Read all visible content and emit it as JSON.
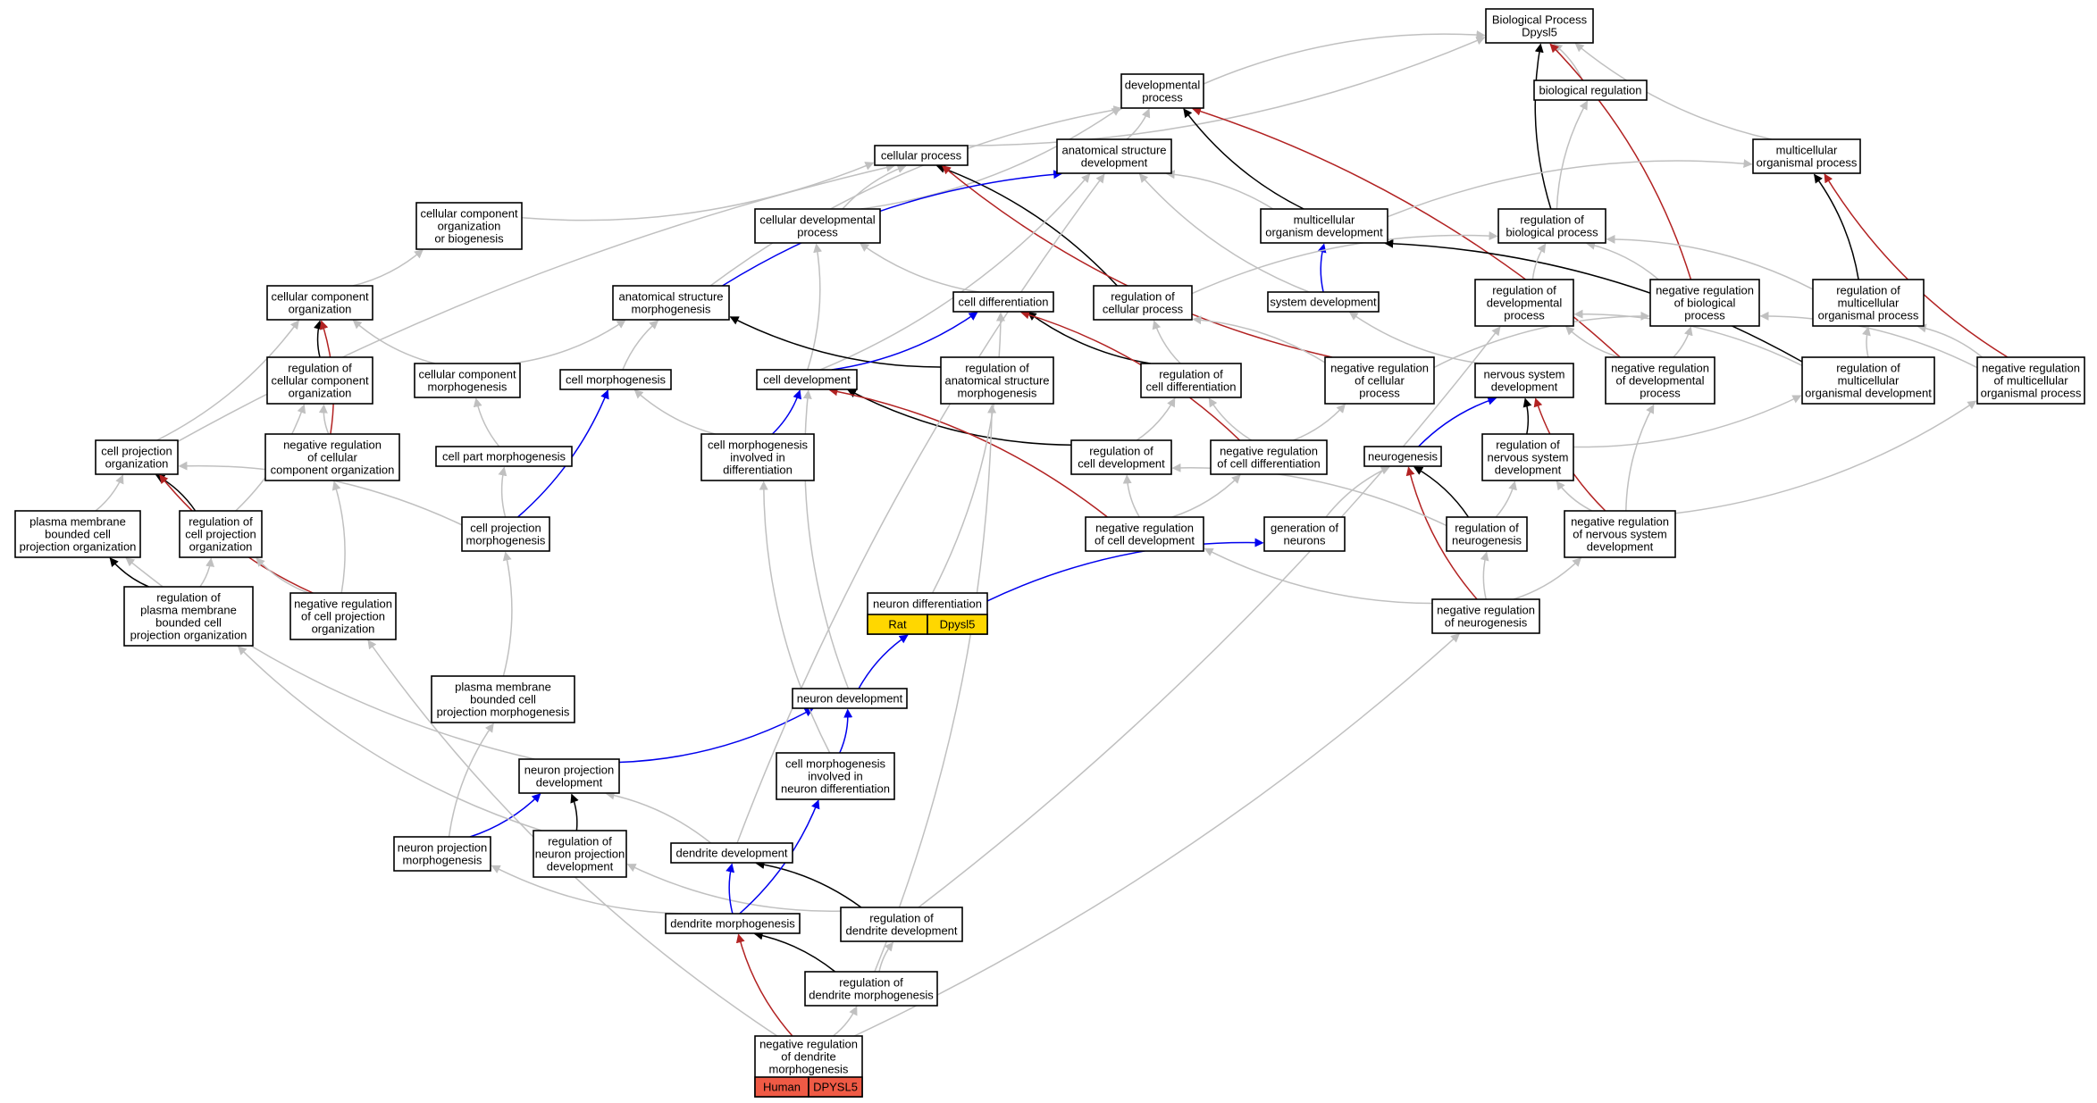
{
  "colors": {
    "is_a": "#c0c0c0",
    "part_of": "#0000ee",
    "regulates": "#000000",
    "negatively_regulates": "#b22222",
    "rat_tag": "#ffd700",
    "human_tag": "#ef5a45"
  },
  "nodes": [
    {
      "id": "bp",
      "lines": [
        "Biological Process",
        "Dpysl5"
      ]
    },
    {
      "id": "dev_proc",
      "lines": [
        "developmental",
        "process"
      ]
    },
    {
      "id": "bio_reg",
      "lines": [
        "biological regulation"
      ]
    },
    {
      "id": "cell_proc",
      "lines": [
        "cellular process"
      ]
    },
    {
      "id": "anat_dev",
      "lines": [
        "anatomical structure",
        "development"
      ]
    },
    {
      "id": "mc_proc",
      "lines": [
        "multicellular",
        "organismal process"
      ]
    },
    {
      "id": "cc_org_bio",
      "lines": [
        "cellular component",
        "organization",
        "or biogenesis"
      ]
    },
    {
      "id": "cell_dev_proc",
      "lines": [
        "cellular developmental",
        "process"
      ]
    },
    {
      "id": "mc_org_dev",
      "lines": [
        "multicellular",
        "organism development"
      ]
    },
    {
      "id": "reg_bio",
      "lines": [
        "regulation of",
        "biological process"
      ]
    },
    {
      "id": "cc_org",
      "lines": [
        "cellular component",
        "organization"
      ]
    },
    {
      "id": "anat_morph",
      "lines": [
        "anatomical structure",
        "morphogenesis"
      ]
    },
    {
      "id": "cell_diff",
      "lines": [
        "cell differentiation"
      ]
    },
    {
      "id": "reg_cell_proc",
      "lines": [
        "regulation of",
        "cellular process"
      ]
    },
    {
      "id": "sys_dev",
      "lines": [
        "system development"
      ]
    },
    {
      "id": "reg_dev_proc",
      "lines": [
        "regulation of",
        "developmental",
        "process"
      ]
    },
    {
      "id": "neg_reg_bio",
      "lines": [
        "negative regulation",
        "of biological",
        "process"
      ]
    },
    {
      "id": "reg_mc_proc",
      "lines": [
        "regulation of",
        "multicellular",
        "organismal process"
      ]
    },
    {
      "id": "reg_cc_org",
      "lines": [
        "regulation of",
        "cellular component",
        "organization"
      ]
    },
    {
      "id": "cc_morph",
      "lines": [
        "cellular component",
        "morphogenesis"
      ]
    },
    {
      "id": "cell_morph",
      "lines": [
        "cell morphogenesis"
      ]
    },
    {
      "id": "cell_devel",
      "lines": [
        "cell development"
      ]
    },
    {
      "id": "reg_anat_morph",
      "lines": [
        "regulation of",
        "anatomical structure",
        "morphogenesis"
      ]
    },
    {
      "id": "reg_cell_diff",
      "lines": [
        "regulation of",
        "cell differentiation"
      ]
    },
    {
      "id": "neg_reg_cell_proc",
      "lines": [
        "negative regulation",
        "of cellular",
        "process"
      ]
    },
    {
      "id": "ns_dev",
      "lines": [
        "nervous system",
        "development"
      ]
    },
    {
      "id": "neg_reg_dev_proc",
      "lines": [
        "negative regulation",
        "of developmental",
        "process"
      ]
    },
    {
      "id": "reg_mc_dev",
      "lines": [
        "regulation of",
        "multicellular",
        "organismal development"
      ]
    },
    {
      "id": "neg_reg_mc_proc",
      "lines": [
        "negative regulation",
        "of multicellular",
        "organismal process"
      ]
    },
    {
      "id": "cp_org",
      "lines": [
        "cell projection",
        "organization"
      ]
    },
    {
      "id": "neg_reg_cc_org",
      "lines": [
        "negative regulation",
        "of cellular",
        "component organization"
      ]
    },
    {
      "id": "cell_part_morph",
      "lines": [
        "cell part morphogenesis"
      ]
    },
    {
      "id": "cm_diff",
      "lines": [
        "cell morphogenesis",
        "involved in",
        "differentiation"
      ]
    },
    {
      "id": "reg_cell_devel",
      "lines": [
        "regulation of",
        "cell development"
      ]
    },
    {
      "id": "neg_reg_cell_diff",
      "lines": [
        "negative regulation",
        "of cell differentiation"
      ]
    },
    {
      "id": "neurogenesis",
      "lines": [
        "neurogenesis"
      ]
    },
    {
      "id": "reg_ns_dev",
      "lines": [
        "regulation of",
        "nervous system",
        "development"
      ]
    },
    {
      "id": "pm_cp_org",
      "lines": [
        "plasma membrane",
        "bounded cell",
        "projection organization"
      ]
    },
    {
      "id": "reg_cp_org",
      "lines": [
        "regulation of",
        "cell projection",
        "organization"
      ]
    },
    {
      "id": "cp_morph",
      "lines": [
        "cell projection",
        "morphogenesis"
      ]
    },
    {
      "id": "neg_reg_cell_devel",
      "lines": [
        "negative regulation",
        "of cell development"
      ]
    },
    {
      "id": "gen_neurons",
      "lines": [
        "generation of",
        "neurons"
      ]
    },
    {
      "id": "reg_neurogenesis",
      "lines": [
        "regulation of",
        "neurogenesis"
      ]
    },
    {
      "id": "neg_reg_ns_dev",
      "lines": [
        "negative regulation",
        "of nervous system",
        "development"
      ]
    },
    {
      "id": "reg_pm_cp_org",
      "lines": [
        "regulation of",
        "plasma membrane",
        "bounded cell",
        "projection organization"
      ]
    },
    {
      "id": "neg_reg_cp_org",
      "lines": [
        "negative regulation",
        "of cell projection",
        "organization"
      ]
    },
    {
      "id": "neuron_diff",
      "lines": [
        "neuron differentiation"
      ],
      "tags": [
        "Rat",
        "Dpysl5"
      ],
      "tag_color": "rat_tag"
    },
    {
      "id": "neg_reg_neurogenesis",
      "lines": [
        "negative regulation",
        "of neurogenesis"
      ]
    },
    {
      "id": "pm_cp_morph",
      "lines": [
        "plasma membrane",
        "bounded cell",
        "projection morphogenesis"
      ]
    },
    {
      "id": "neuron_devel",
      "lines": [
        "neuron development"
      ]
    },
    {
      "id": "np_dev",
      "lines": [
        "neuron projection",
        "development"
      ]
    },
    {
      "id": "cm_neuron_diff",
      "lines": [
        "cell morphogenesis",
        "involved in",
        "neuron differentiation"
      ]
    },
    {
      "id": "np_morph",
      "lines": [
        "neuron projection",
        "morphogenesis"
      ]
    },
    {
      "id": "reg_np_dev",
      "lines": [
        "regulation of",
        "neuron projection",
        "development"
      ]
    },
    {
      "id": "dendrite_dev",
      "lines": [
        "dendrite development"
      ]
    },
    {
      "id": "reg_dendrite_dev",
      "lines": [
        "regulation of",
        "dendrite development"
      ]
    },
    {
      "id": "dendrite_morph",
      "lines": [
        "dendrite morphogenesis"
      ]
    },
    {
      "id": "reg_dendrite_morph",
      "lines": [
        "regulation of",
        "dendrite morphogenesis"
      ]
    },
    {
      "id": "neg_reg_dendrite_morph",
      "lines": [
        "negative regulation",
        "of dendrite",
        "morphogenesis"
      ],
      "tags": [
        "Human",
        "DPYSL5"
      ],
      "tag_color": "human_tag"
    }
  ],
  "edges": [
    {
      "from": "dev_proc",
      "to": "bp",
      "type": "is_a"
    },
    {
      "from": "bio_reg",
      "to": "bp",
      "type": "is_a"
    },
    {
      "from": "reg_bio",
      "to": "bp",
      "type": "regulates"
    },
    {
      "from": "neg_reg_bio",
      "to": "bp",
      "type": "negatively_regulates"
    },
    {
      "from": "mc_proc",
      "to": "bp",
      "type": "is_a"
    },
    {
      "from": "cell_proc",
      "to": "bp",
      "type": "is_a"
    },
    {
      "from": "reg_bio",
      "to": "bio_reg",
      "type": "is_a"
    },
    {
      "from": "anat_dev",
      "to": "dev_proc",
      "type": "is_a"
    },
    {
      "from": "mc_org_dev",
      "to": "dev_proc",
      "type": "regulates"
    },
    {
      "from": "cell_dev_proc",
      "to": "dev_proc",
      "type": "is_a"
    },
    {
      "from": "anat_morph",
      "to": "dev_proc",
      "type": "is_a"
    },
    {
      "from": "neg_reg_dev_proc",
      "to": "dev_proc",
      "type": "negatively_regulates"
    },
    {
      "from": "cell_dev_proc",
      "to": "cell_proc",
      "type": "is_a"
    },
    {
      "from": "reg_cell_proc",
      "to": "cell_proc",
      "type": "regulates"
    },
    {
      "from": "neg_reg_cell_proc",
      "to": "cell_proc",
      "type": "negatively_regulates"
    },
    {
      "from": "cc_org_bio",
      "to": "cell_proc",
      "type": "is_a"
    },
    {
      "from": "anat_morph",
      "to": "anat_dev",
      "type": "part_of"
    },
    {
      "from": "mc_org_dev",
      "to": "anat_dev",
      "type": "is_a"
    },
    {
      "from": "sys_dev",
      "to": "anat_dev",
      "type": "is_a"
    },
    {
      "from": "cell_devel",
      "to": "anat_dev",
      "type": "is_a"
    },
    {
      "from": "mc_org_dev",
      "to": "mc_proc",
      "type": "is_a"
    },
    {
      "from": "reg_mc_proc",
      "to": "mc_proc",
      "type": "regulates"
    },
    {
      "from": "neg_reg_mc_proc",
      "to": "mc_proc",
      "type": "negatively_regulates"
    },
    {
      "from": "cc_org",
      "to": "cc_org_bio",
      "type": "is_a"
    },
    {
      "from": "cell_diff",
      "to": "cell_dev_proc",
      "type": "is_a"
    },
    {
      "from": "cell_devel",
      "to": "cell_dev_proc",
      "type": "is_a"
    },
    {
      "from": "sys_dev",
      "to": "mc_org_dev",
      "type": "part_of"
    },
    {
      "from": "reg_mc_dev",
      "to": "mc_org_dev",
      "type": "regulates"
    },
    {
      "from": "reg_dev_proc",
      "to": "reg_bio",
      "type": "is_a"
    },
    {
      "from": "neg_reg_bio",
      "to": "reg_bio",
      "type": "is_a"
    },
    {
      "from": "reg_cell_proc",
      "to": "reg_bio",
      "type": "is_a"
    },
    {
      "from": "reg_mc_proc",
      "to": "reg_bio",
      "type": "is_a"
    },
    {
      "from": "reg_cc_org",
      "to": "cc_org",
      "type": "regulates"
    },
    {
      "from": "neg_reg_cc_org",
      "to": "cc_org",
      "type": "negatively_regulates"
    },
    {
      "from": "cc_morph",
      "to": "cc_org",
      "type": "is_a"
    },
    {
      "from": "cp_org",
      "to": "cc_org",
      "type": "is_a"
    },
    {
      "from": "cell_morph",
      "to": "anat_morph",
      "type": "is_a"
    },
    {
      "from": "cc_morph",
      "to": "anat_morph",
      "type": "is_a"
    },
    {
      "from": "reg_anat_morph",
      "to": "anat_morph",
      "type": "regulates"
    },
    {
      "from": "cell_devel",
      "to": "cell_diff",
      "type": "part_of"
    },
    {
      "from": "reg_cell_diff",
      "to": "cell_diff",
      "type": "regulates"
    },
    {
      "from": "neg_reg_cell_diff",
      "to": "cell_diff",
      "type": "negatively_regulates"
    },
    {
      "from": "reg_cell_diff",
      "to": "reg_cell_proc",
      "type": "is_a"
    },
    {
      "from": "neg_reg_cell_proc",
      "to": "reg_cell_proc",
      "type": "is_a"
    },
    {
      "from": "ns_dev",
      "to": "sys_dev",
      "type": "is_a"
    },
    {
      "from": "reg_mc_dev",
      "to": "reg_dev_proc",
      "type": "is_a"
    },
    {
      "from": "neg_reg_dev_proc",
      "to": "reg_dev_proc",
      "type": "is_a"
    },
    {
      "from": "neg_reg_dev_proc",
      "to": "neg_reg_bio",
      "type": "is_a"
    },
    {
      "from": "neg_reg_cell_proc",
      "to": "neg_reg_bio",
      "type": "is_a"
    },
    {
      "from": "neg_reg_mc_proc",
      "to": "neg_reg_bio",
      "type": "is_a"
    },
    {
      "from": "reg_mc_dev",
      "to": "reg_mc_proc",
      "type": "is_a"
    },
    {
      "from": "neg_reg_mc_proc",
      "to": "reg_mc_proc",
      "type": "is_a"
    },
    {
      "from": "neg_reg_cc_org",
      "to": "reg_cc_org",
      "type": "is_a"
    },
    {
      "from": "reg_cp_org",
      "to": "reg_cc_org",
      "type": "is_a"
    },
    {
      "from": "cell_part_morph",
      "to": "cc_morph",
      "type": "is_a"
    },
    {
      "from": "cp_morph",
      "to": "cell_morph",
      "type": "part_of"
    },
    {
      "from": "cm_diff",
      "to": "cell_morph",
      "type": "is_a"
    },
    {
      "from": "cm_diff",
      "to": "cell_devel",
      "type": "part_of"
    },
    {
      "from": "reg_cell_devel",
      "to": "cell_devel",
      "type": "regulates"
    },
    {
      "from": "neg_reg_cell_devel",
      "to": "cell_devel",
      "type": "negatively_regulates"
    },
    {
      "from": "neuron_devel",
      "to": "cell_devel",
      "type": "is_a"
    },
    {
      "from": "reg_cell_devel",
      "to": "reg_cell_diff",
      "type": "is_a"
    },
    {
      "from": "neg_reg_cell_diff",
      "to": "reg_cell_diff",
      "type": "is_a"
    },
    {
      "from": "neg_reg_cell_diff",
      "to": "neg_reg_cell_proc",
      "type": "is_a"
    },
    {
      "from": "neurogenesis",
      "to": "ns_dev",
      "type": "part_of"
    },
    {
      "from": "reg_ns_dev",
      "to": "ns_dev",
      "type": "regulates"
    },
    {
      "from": "neg_reg_ns_dev",
      "to": "ns_dev",
      "type": "negatively_regulates"
    },
    {
      "from": "reg_ns_dev",
      "to": "reg_mc_dev",
      "type": "is_a"
    },
    {
      "from": "neg_reg_ns_dev",
      "to": "neg_reg_dev_proc",
      "type": "is_a"
    },
    {
      "from": "neg_reg_ns_dev",
      "to": "neg_reg_mc_proc",
      "type": "is_a"
    },
    {
      "from": "cp_org",
      "to": "cell_proc",
      "type": "is_a"
    },
    {
      "from": "reg_cp_org",
      "to": "cp_org",
      "type": "regulates"
    },
    {
      "from": "neg_reg_cp_org",
      "to": "cp_org",
      "type": "negatively_regulates"
    },
    {
      "from": "pm_cp_org",
      "to": "cp_org",
      "type": "is_a"
    },
    {
      "from": "cp_morph",
      "to": "cell_part_morph",
      "type": "is_a"
    },
    {
      "from": "cp_morph",
      "to": "cp_org",
      "type": "is_a"
    },
    {
      "from": "neg_reg_cell_devel",
      "to": "reg_cell_devel",
      "type": "is_a"
    },
    {
      "from": "neg_reg_cell_devel",
      "to": "neg_reg_cell_diff",
      "type": "is_a"
    },
    {
      "from": "gen_neurons",
      "to": "neurogenesis",
      "type": "is_a"
    },
    {
      "from": "reg_neurogenesis",
      "to": "neurogenesis",
      "type": "regulates"
    },
    {
      "from": "neg_reg_neurogenesis",
      "to": "neurogenesis",
      "type": "negatively_regulates"
    },
    {
      "from": "reg_neurogenesis",
      "to": "reg_ns_dev",
      "type": "is_a"
    },
    {
      "from": "neg_reg_ns_dev",
      "to": "reg_ns_dev",
      "type": "is_a"
    },
    {
      "from": "reg_neurogenesis",
      "to": "reg_cell_devel",
      "type": "is_a"
    },
    {
      "from": "reg_pm_cp_org",
      "to": "pm_cp_org",
      "type": "regulates"
    },
    {
      "from": "reg_pm_cp_org",
      "to": "reg_cp_org",
      "type": "is_a"
    },
    {
      "from": "neg_reg_cp_org",
      "to": "reg_cp_org",
      "type": "is_a"
    },
    {
      "from": "neg_reg_cp_org",
      "to": "neg_reg_cc_org",
      "type": "is_a"
    },
    {
      "from": "neuron_diff",
      "to": "gen_neurons",
      "type": "part_of"
    },
    {
      "from": "neuron_diff",
      "to": "cell_diff",
      "type": "is_a"
    },
    {
      "from": "neg_reg_neurogenesis",
      "to": "reg_neurogenesis",
      "type": "is_a"
    },
    {
      "from": "neg_reg_neurogenesis",
      "to": "neg_reg_ns_dev",
      "type": "is_a"
    },
    {
      "from": "neg_reg_neurogenesis",
      "to": "neg_reg_cell_devel",
      "type": "is_a"
    },
    {
      "from": "pm_cp_morph",
      "to": "cp_morph",
      "type": "is_a"
    },
    {
      "from": "neuron_devel",
      "to": "neuron_diff",
      "type": "part_of"
    },
    {
      "from": "np_dev",
      "to": "neuron_devel",
      "type": "part_of"
    },
    {
      "from": "np_dev",
      "to": "pm_cp_org",
      "type": "is_a"
    },
    {
      "from": "cm_neuron_diff",
      "to": "neuron_devel",
      "type": "part_of"
    },
    {
      "from": "cm_neuron_diff",
      "to": "cm_diff",
      "type": "is_a"
    },
    {
      "from": "np_morph",
      "to": "np_dev",
      "type": "part_of"
    },
    {
      "from": "np_morph",
      "to": "pm_cp_morph",
      "type": "is_a"
    },
    {
      "from": "reg_np_dev",
      "to": "np_dev",
      "type": "regulates"
    },
    {
      "from": "reg_np_dev",
      "to": "reg_pm_cp_org",
      "type": "is_a"
    },
    {
      "from": "dendrite_dev",
      "to": "np_dev",
      "type": "is_a"
    },
    {
      "from": "dendrite_dev",
      "to": "anat_dev",
      "type": "is_a"
    },
    {
      "from": "reg_dendrite_dev",
      "to": "dendrite_dev",
      "type": "regulates"
    },
    {
      "from": "reg_dendrite_dev",
      "to": "reg_np_dev",
      "type": "is_a"
    },
    {
      "from": "reg_dendrite_dev",
      "to": "reg_dev_proc",
      "type": "is_a"
    },
    {
      "from": "dendrite_morph",
      "to": "dendrite_dev",
      "type": "part_of"
    },
    {
      "from": "dendrite_morph",
      "to": "cm_neuron_diff",
      "type": "part_of"
    },
    {
      "from": "dendrite_morph",
      "to": "np_morph",
      "type": "is_a"
    },
    {
      "from": "reg_dendrite_morph",
      "to": "dendrite_morph",
      "type": "regulates"
    },
    {
      "from": "reg_dendrite_morph",
      "to": "reg_dendrite_dev",
      "type": "is_a"
    },
    {
      "from": "reg_dendrite_morph",
      "to": "reg_anat_morph",
      "type": "is_a"
    },
    {
      "from": "neg_reg_dendrite_morph",
      "to": "dendrite_morph",
      "type": "negatively_regulates"
    },
    {
      "from": "neg_reg_dendrite_morph",
      "to": "reg_dendrite_morph",
      "type": "is_a"
    },
    {
      "from": "neg_reg_dendrite_morph",
      "to": "neg_reg_cp_org",
      "type": "is_a"
    },
    {
      "from": "neg_reg_dendrite_morph",
      "to": "neg_reg_neurogenesis",
      "type": "is_a"
    }
  ]
}
